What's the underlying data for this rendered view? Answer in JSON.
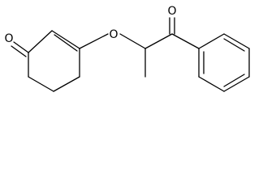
{
  "molecule": {
    "atoms": {
      "ring_ketone_oxygen": "O",
      "ether_oxygen": "O",
      "ketone_oxygen": "O"
    },
    "colors": {
      "bond": "#000000",
      "label": "#000000",
      "background": "#ffffff"
    }
  }
}
